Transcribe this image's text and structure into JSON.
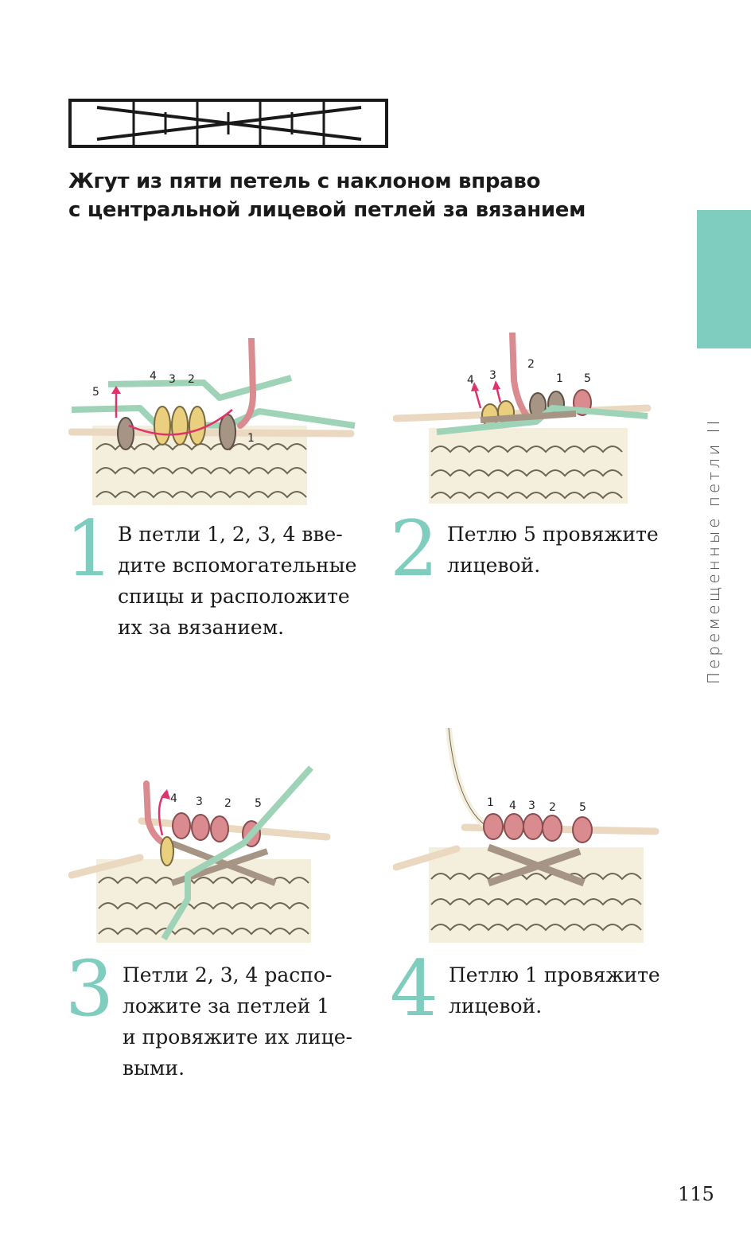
{
  "title": {
    "line1": "Жгут из пяти петель с наклоном вправо",
    "line2": "с центральной лицевой петлей за вязанием"
  },
  "side_label": "Перемещенные петли II",
  "colors": {
    "accent": "#7fcdbf",
    "needle": "#ead9c0",
    "pink": "#d98b8f",
    "green": "#9fd3b8",
    "brown": "#a69585",
    "yellow": "#e9cf7e",
    "arrow": "#e0336a"
  },
  "steps": [
    {
      "number": "1",
      "lines": [
        "В петли 1, 2, 3, 4 вве-",
        "дите вспомогательные",
        "спицы и расположите",
        "их за вязанием."
      ],
      "labels": [
        "5",
        "4",
        "3",
        "2",
        "1"
      ]
    },
    {
      "number": "2",
      "lines": [
        "Петлю 5 провяжите",
        "лицевой."
      ],
      "labels": [
        "4",
        "3",
        "2",
        "1",
        "5"
      ]
    },
    {
      "number": "3",
      "lines": [
        "Петли 2, 3, 4 распо-",
        "ложите за петлей 1",
        "и провяжите их лице-",
        "выми."
      ],
      "labels": [
        "4",
        "3",
        "2",
        "5"
      ]
    },
    {
      "number": "4",
      "lines": [
        "Петлю 1 провяжите",
        "лицевой."
      ],
      "labels": [
        "1",
        "4",
        "3",
        "2",
        "5"
      ]
    }
  ],
  "page_number": "115"
}
